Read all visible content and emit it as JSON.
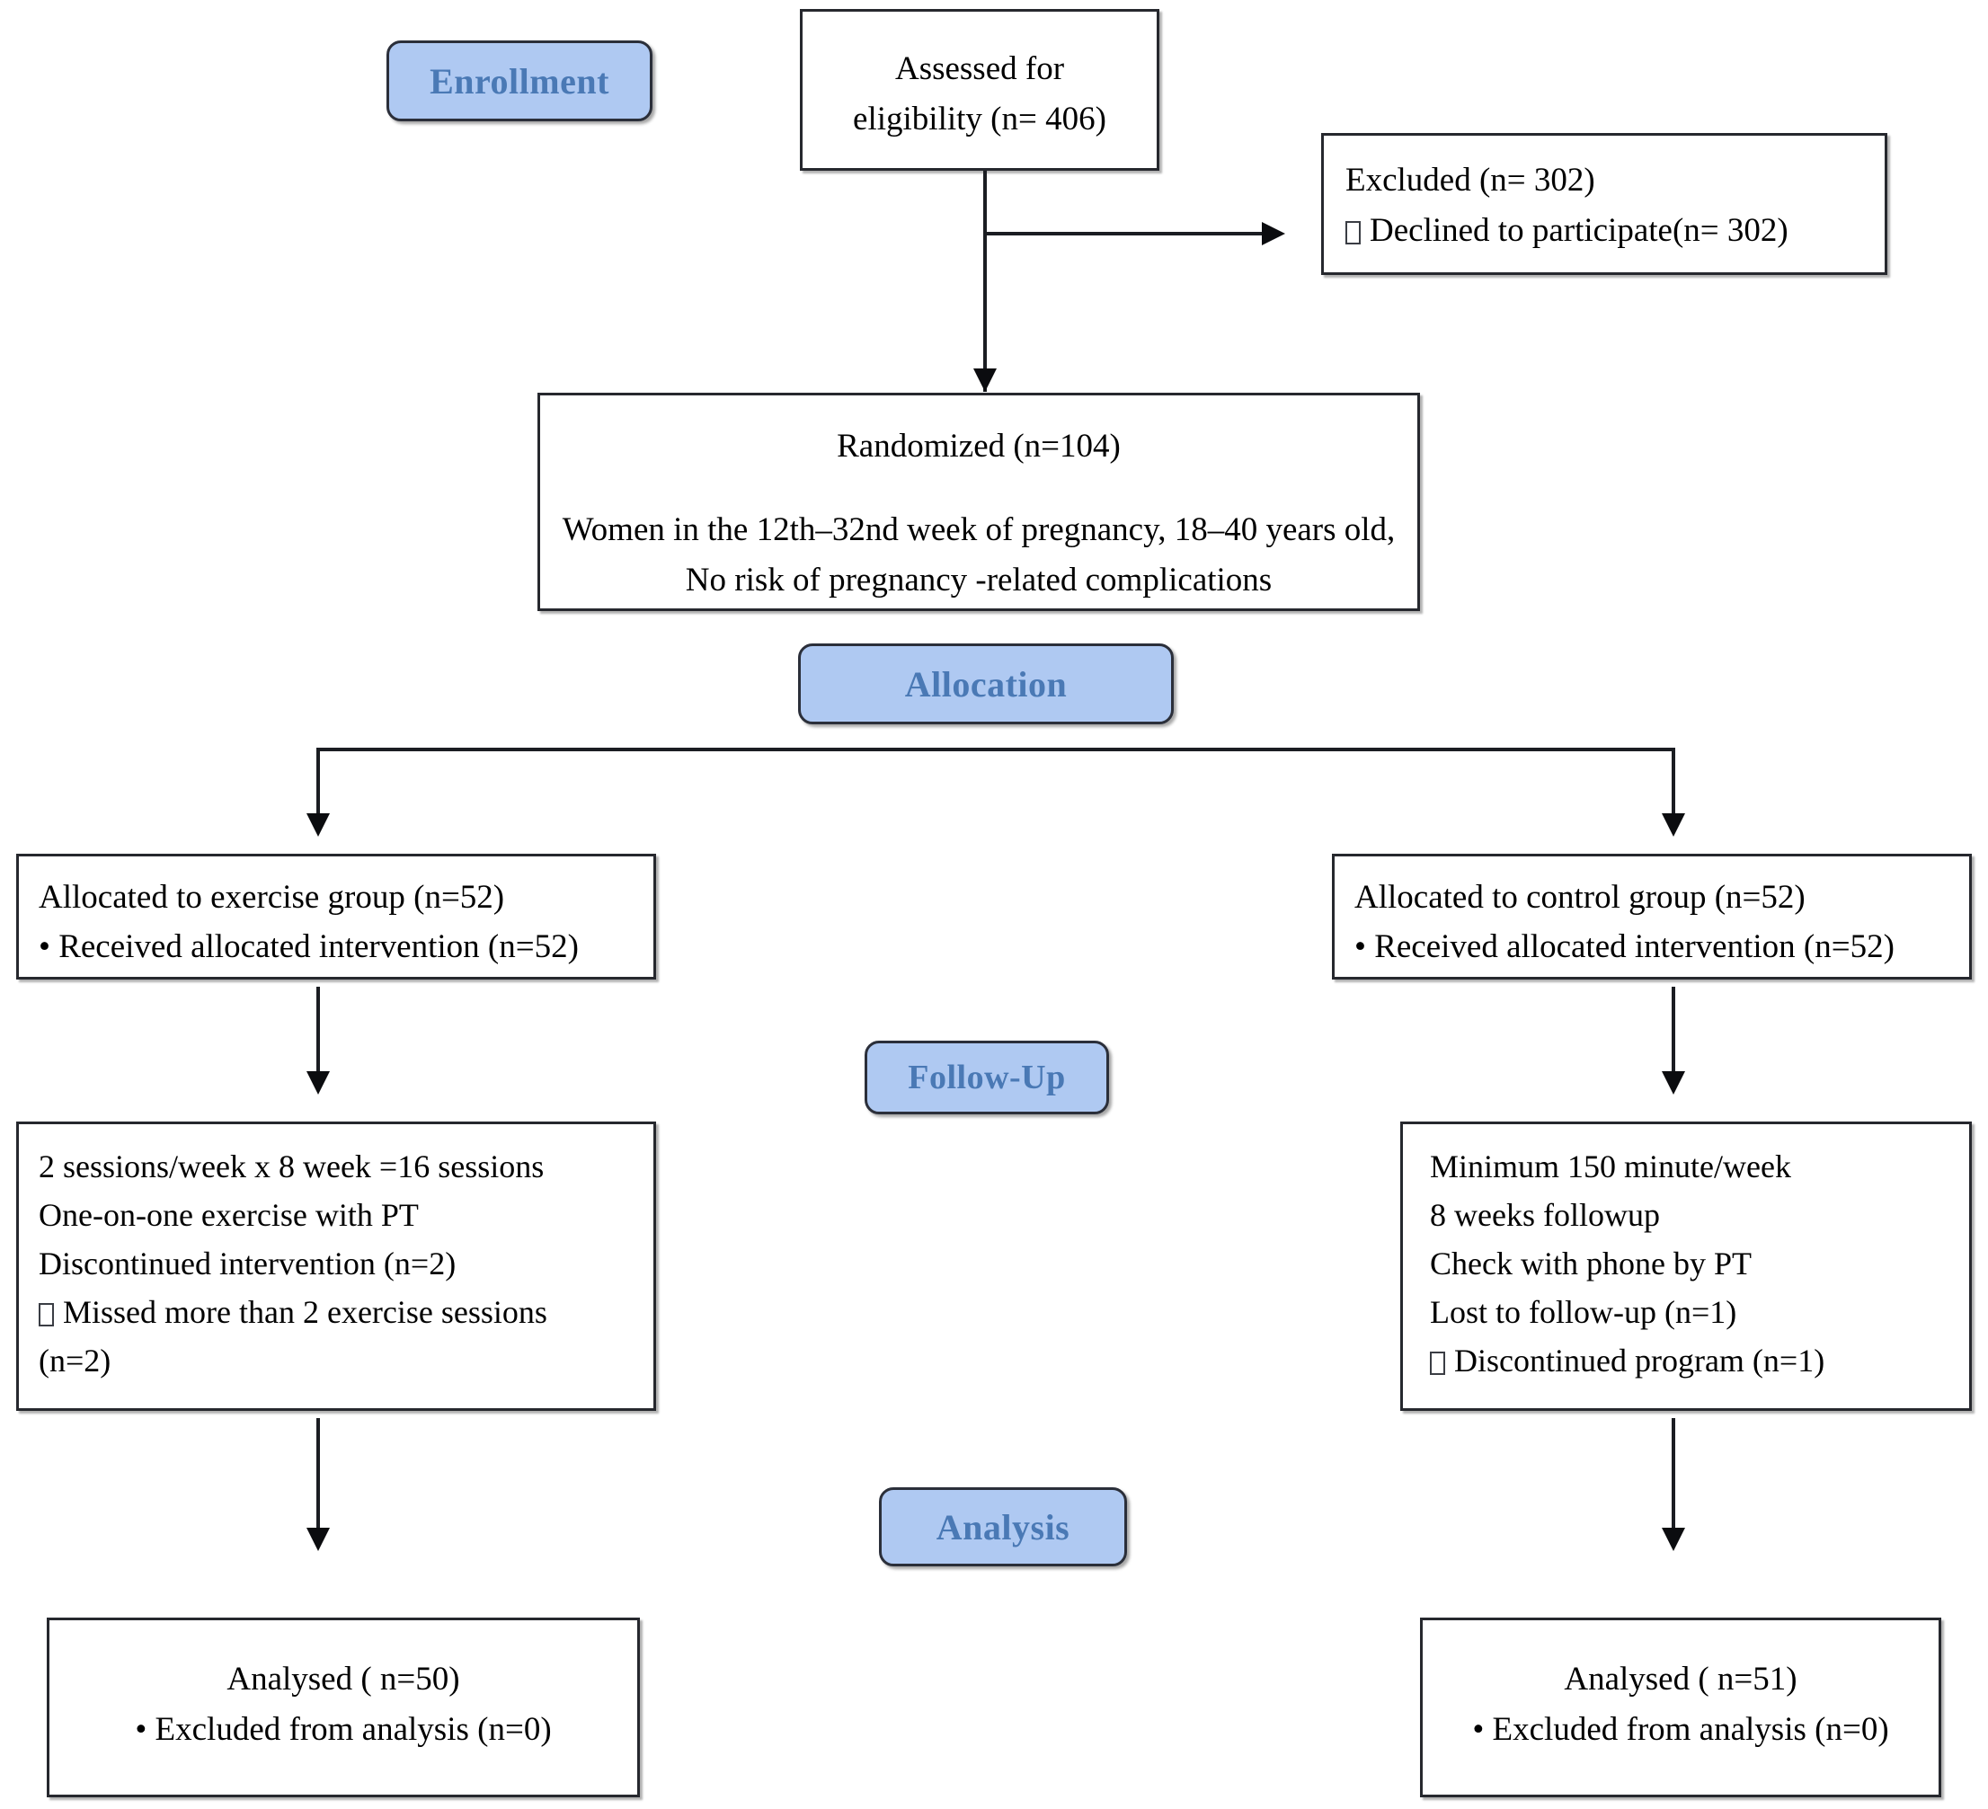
{
  "diagram": {
    "title": "CONSORT participant flow diagram",
    "colors": {
      "stage_fill": "#AFC9F2",
      "stage_text": "#4A79B5",
      "stage_border": "#2b2f3a",
      "box_border": "#26282e",
      "box_fill": "#ffffff",
      "connector": "#1b1d22"
    }
  },
  "stages": {
    "enrollment": "Enrollment",
    "allocation": "Allocation",
    "followup": "Follow-Up",
    "analysis": "Analysis"
  },
  "boxes": {
    "assessed": {
      "lines": [
        "Assessed for",
        "eligibility (n=   406)"
      ]
    },
    "excluded": {
      "lines": [
        "Excluded (n= 302)"
      ],
      "bullet_lines": [
        "Declined to participate(n= 302)"
      ]
    },
    "randomized": {
      "lines": [
        "Randomized  (n=104)",
        "",
        "Women in the  12th–32nd week of pregnancy, 18–40 years old,",
        "No risk of pregnancy -related complications"
      ]
    },
    "allocated_exercise": {
      "line1": "Allocated to exercise group (n=52)",
      "line2": "• Received allocated intervention (n=52)"
    },
    "allocated_control": {
      "line1": "Allocated to control group (n=52)",
      "line2": "• Received allocated intervention (n=52)"
    },
    "followup_exercise": {
      "lines": [
        "2 sessions/week x 8 week =16 sessions",
        "One-on-one exercise with PT",
        "Discontinued intervention (n=2)"
      ],
      "bullet_line": "Missed more than 2 exercise sessions",
      "tail_line": "(n=2)"
    },
    "followup_control": {
      "lines": [
        "Minimum 150 minute/week",
        "8 weeks followup",
        "Check with phone by PT",
        "Lost to follow-up (n=1)"
      ],
      "bullet_line": "Discontinued program (n=1)"
    },
    "analysed_exercise": {
      "line1": "Analysed (  n=50)",
      "line2": "• Excluded from analysis (n=0)"
    },
    "analysed_control": {
      "line1": "Analysed (  n=51)",
      "line2": "• Excluded from analysis (n=0)"
    }
  },
  "flow_data": {
    "assessed_for_eligibility": 406,
    "excluded_total": 302,
    "excluded_declined": 302,
    "randomized": 104,
    "exercise_allocated": 52,
    "exercise_received": 52,
    "exercise_discontinued": 2,
    "exercise_analysed": 50,
    "exercise_excluded_from_analysis": 0,
    "control_allocated": 52,
    "control_received": 52,
    "control_lost_to_followup": 1,
    "control_analysed": 51,
    "control_excluded_from_analysis": 0
  }
}
